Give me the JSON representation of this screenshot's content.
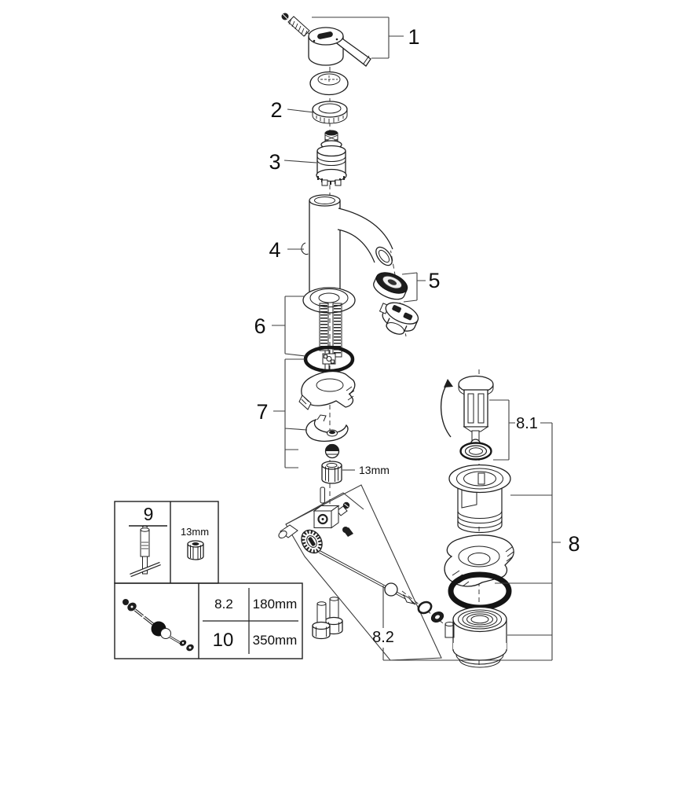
{
  "callouts": {
    "part1": "1",
    "part2": "2",
    "part3": "3",
    "part4": "4",
    "part5": "5",
    "part6": "6",
    "part7": "7",
    "part8": "8",
    "part8_1": "8.1",
    "part8_2": "8.2",
    "hex_nut_size": "13mm"
  },
  "tool_box": {
    "tool_number": "9",
    "nut_size": "13mm"
  },
  "size_table": {
    "rows": [
      {
        "ref": "8.2",
        "length": "180mm"
      },
      {
        "ref": "10",
        "length": "350mm"
      }
    ]
  }
}
